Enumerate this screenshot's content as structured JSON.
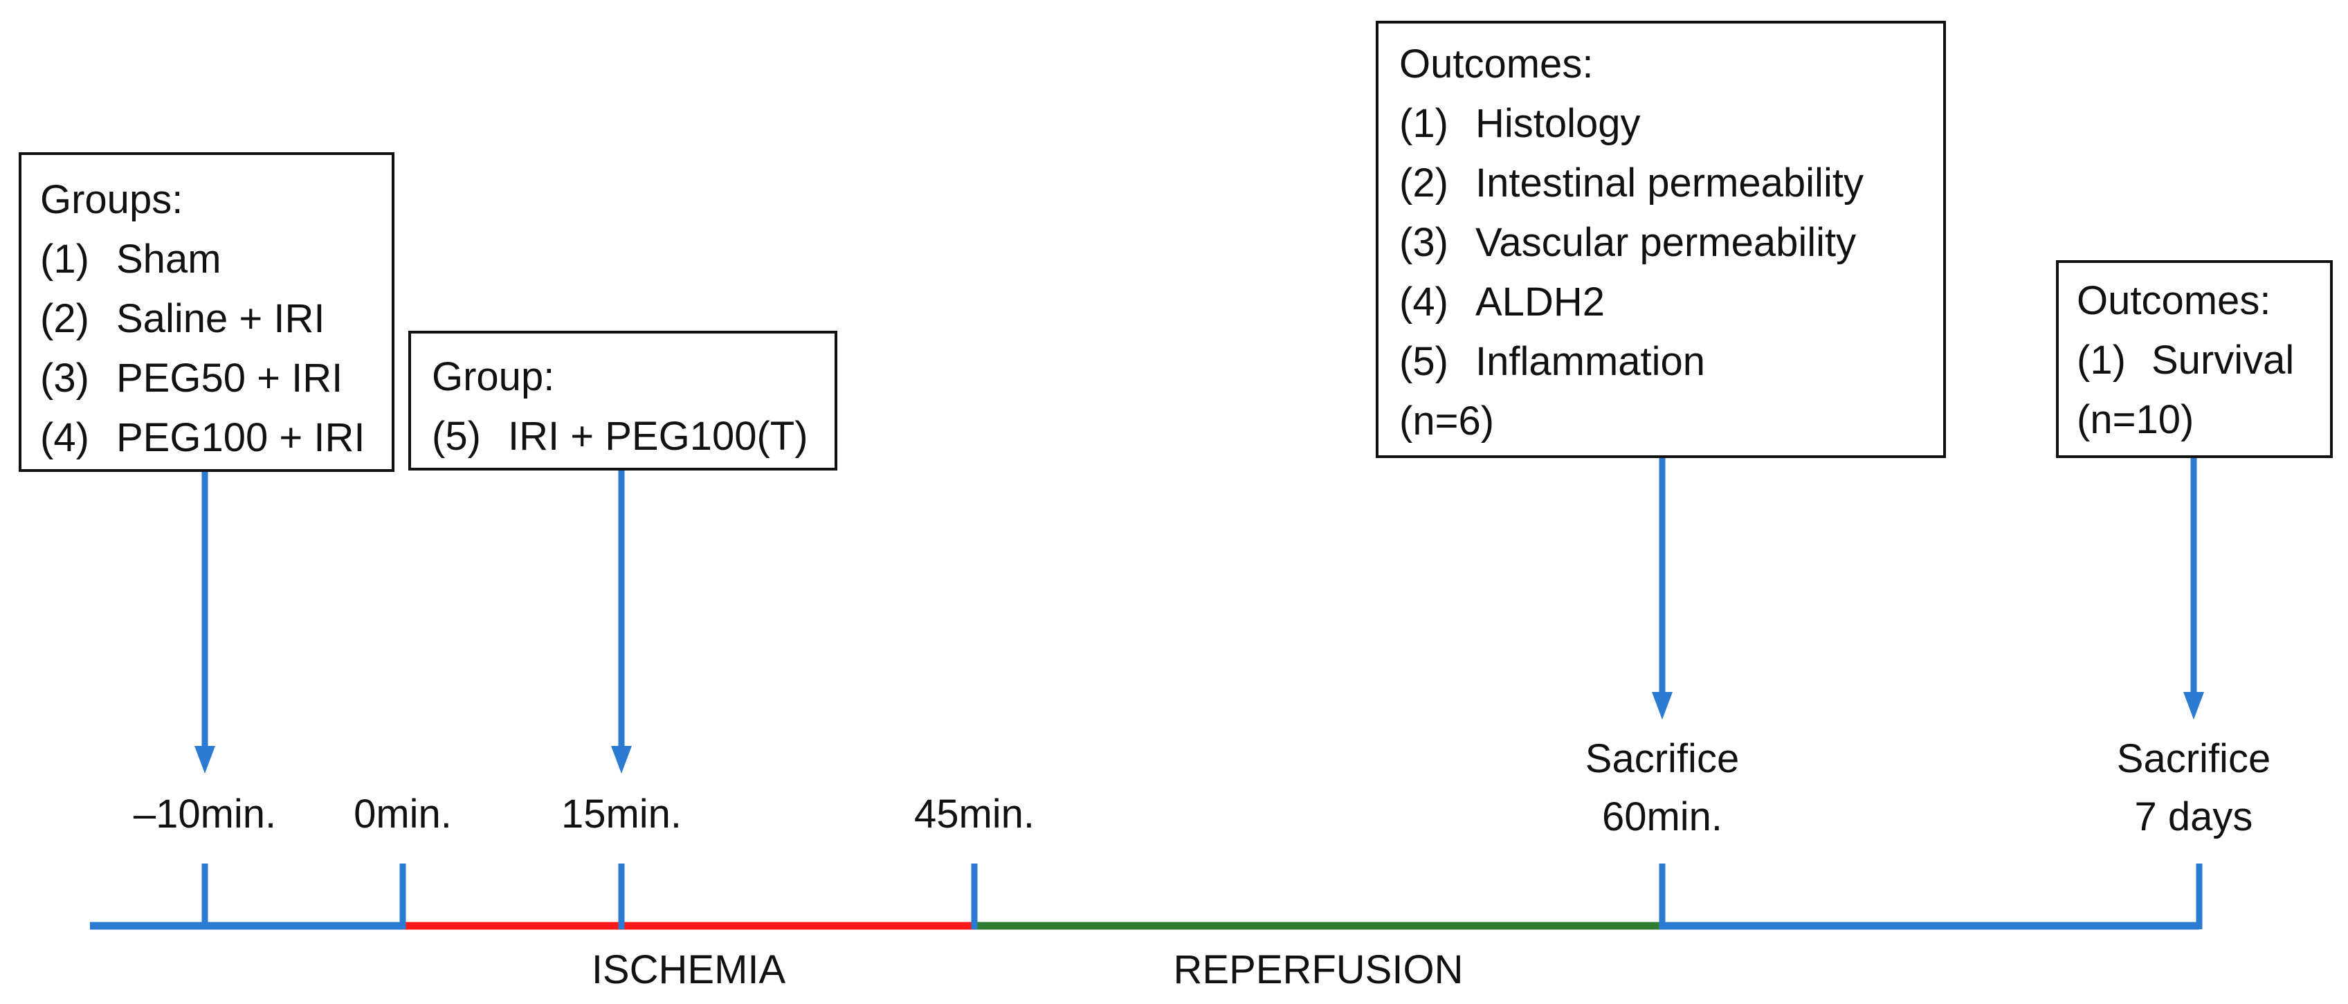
{
  "colors": {
    "timeline": "#2B7BD3",
    "ischemia": "#FF1A1A",
    "reperfusion": "#2E7D32",
    "text": "#111111"
  },
  "boxes": {
    "groups": {
      "title": "Groups:",
      "items": [
        {
          "num": "(1)",
          "text": "Sham"
        },
        {
          "num": "(2)",
          "text": "Saline + IRI"
        },
        {
          "num": "(3)",
          "text": "PEG50 + IRI"
        },
        {
          "num": "(4)",
          "text": "PEG100 + IRI"
        }
      ]
    },
    "group_treatment": {
      "title": "Group:",
      "items": [
        {
          "num": "(5)",
          "text": "IRI + PEG100(T)"
        }
      ]
    },
    "outcomes_60": {
      "title": "Outcomes:",
      "items": [
        {
          "num": "(1)",
          "text": "Histology"
        },
        {
          "num": "(2)",
          "text": "Intestinal permeability"
        },
        {
          "num": "(3)",
          "text": "Vascular permeability"
        },
        {
          "num": "(4)",
          "text": "ALDH2"
        },
        {
          "num": "(5)",
          "text": "Inflammation"
        }
      ],
      "footer": "(n=6)"
    },
    "outcomes_7d": {
      "title": "Outcomes:",
      "items": [
        {
          "num": "(1)",
          "text": "Survival"
        }
      ],
      "footer": "(n=10)"
    }
  },
  "timeline": {
    "ticks": {
      "t_minus10": "–10min.",
      "t0": "0min.",
      "t15": "15min.",
      "t45": "45min.",
      "t60_line1": "Sacrifice",
      "t60_line2": "60min.",
      "t7d_line1": "Sacrifice",
      "t7d_line2": "7 days"
    },
    "phases": {
      "ischemia": "ISCHEMIA",
      "reperfusion": "REPERFUSION"
    }
  }
}
